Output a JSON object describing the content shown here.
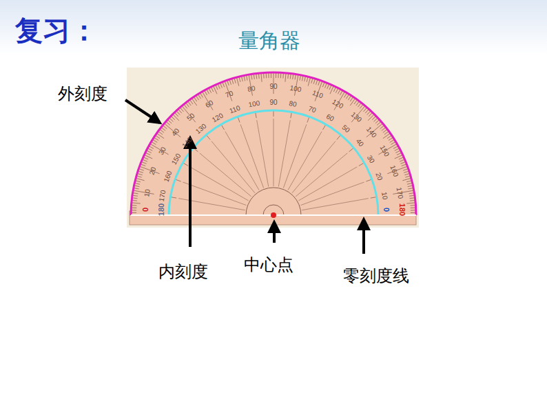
{
  "diagram": {
    "title": "复习：",
    "labels": [
      "量角器",
      "外刻度",
      "0",
      "10",
      "20",
      "30",
      "40",
      "50",
      "60",
      "70",
      "80",
      "90",
      "100",
      "110",
      "120",
      "130",
      "140",
      "150",
      "160",
      "170",
      "180",
      "180",
      "170",
      "160",
      "150",
      "140",
      "130",
      "120",
      "110",
      "100",
      "90",
      "80",
      "70",
      "60",
      "50",
      "40",
      "30",
      "20",
      "10",
      "0",
      "内刻度",
      "中心点",
      "零刻度线"
    ]
  }
}
